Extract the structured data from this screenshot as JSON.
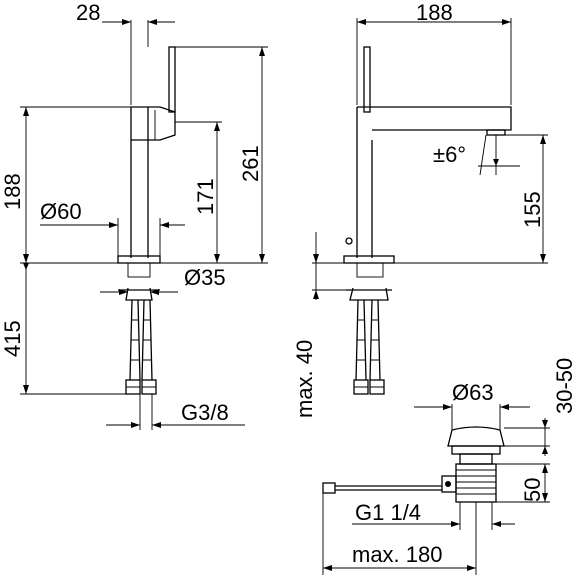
{
  "dimensions": {
    "side_width": "28",
    "side_height_body": "188",
    "side_height_total": "261",
    "side_height_spout": "171",
    "side_diam_base": "Ø60",
    "side_diam_shank": "Ø35",
    "side_hose_length": "415",
    "side_thread": "G3/8",
    "front_width": "188",
    "front_angle": "±6°",
    "front_height_outlet": "155",
    "front_max_deck": "max. 40",
    "waste_diam": "Ø63",
    "waste_height_range": "30-50",
    "waste_height": "50",
    "waste_thread": "G1 1/4",
    "waste_max_length": "max. 180"
  }
}
